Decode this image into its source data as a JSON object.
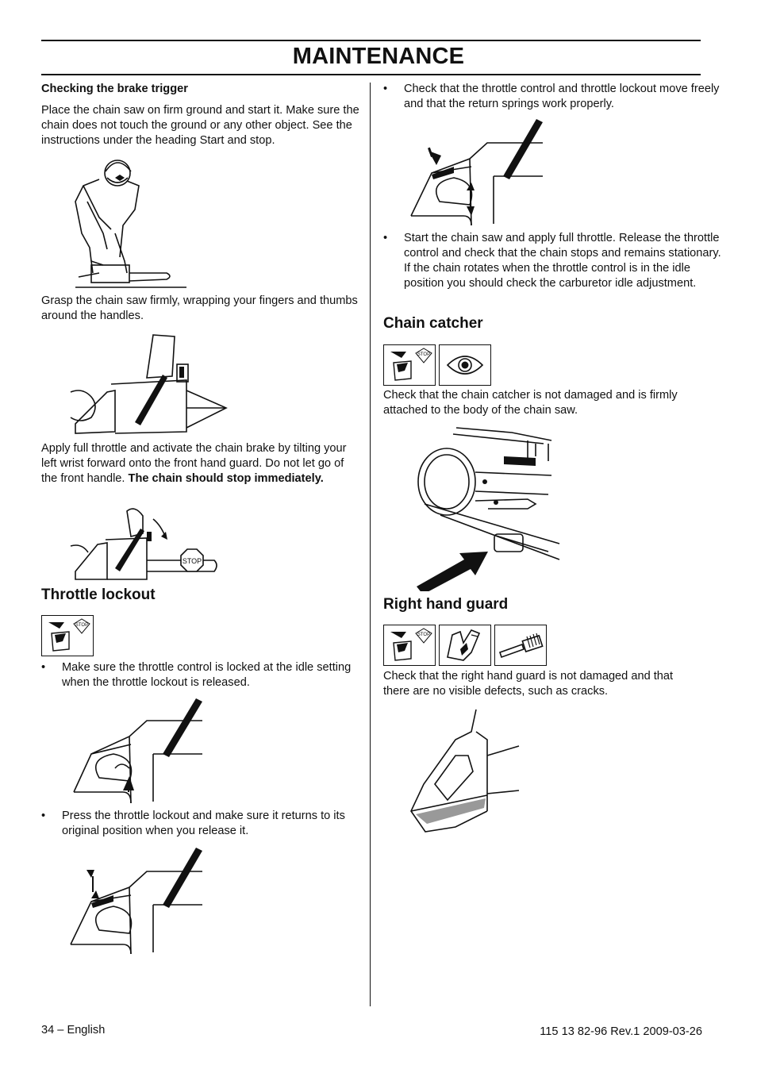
{
  "header": {
    "title": "MAINTENANCE"
  },
  "left": {
    "brake_subhead": "Checking the brake trigger",
    "brake_p1": "Place the chain saw on firm ground and start it. Make sure the chain does not touch the ground or any other object. See the instructions under the heading Start and stop.",
    "brake_p2": "Grasp the chain saw firmly, wrapping your fingers and thumbs around the handles.",
    "brake_p3_a": "Apply full throttle and activate the chain brake by tilting your left wrist forward onto the front hand guard. Do not let go of the front handle. ",
    "brake_p3_b": "The chain should stop immediately.",
    "stop_sign_text": "STOP",
    "lockout_heading": "Throttle lockout",
    "lockout_stop_badge": "STOP",
    "lockout_b1": "Make sure the throttle control is locked at the idle setting when the throttle lockout is released.",
    "lockout_b2": "Press the throttle lockout and make sure it returns to its original position when you release it."
  },
  "right": {
    "lockout_b3": "Check that the throttle control and throttle lockout move freely and that the return springs work properly.",
    "lockout_b4": "Start the chain saw and apply full throttle. Release the throttle control and check that the chain stops and remains stationary. If the chain rotates when the throttle control is in the idle position you should check the carburetor idle adjustment.",
    "catcher_heading": "Chain catcher",
    "catcher_stop_badge": "STOP",
    "catcher_p": "Check that the chain catcher is not damaged and is firmly attached to the body of the chain saw.",
    "guard_heading": "Right hand guard",
    "guard_stop_badge": "STOP",
    "guard_p": "Check that the right hand guard is not damaged and that there are no visible defects, such as cracks."
  },
  "footer": {
    "page_label": "34 – English",
    "doc_ref": "115 13 82-96 Rev.1 2009-03-26"
  },
  "icons": [
    "stop-switch-icon",
    "eye-icon",
    "glove-icon",
    "brush-icon",
    "arrow-icon"
  ]
}
